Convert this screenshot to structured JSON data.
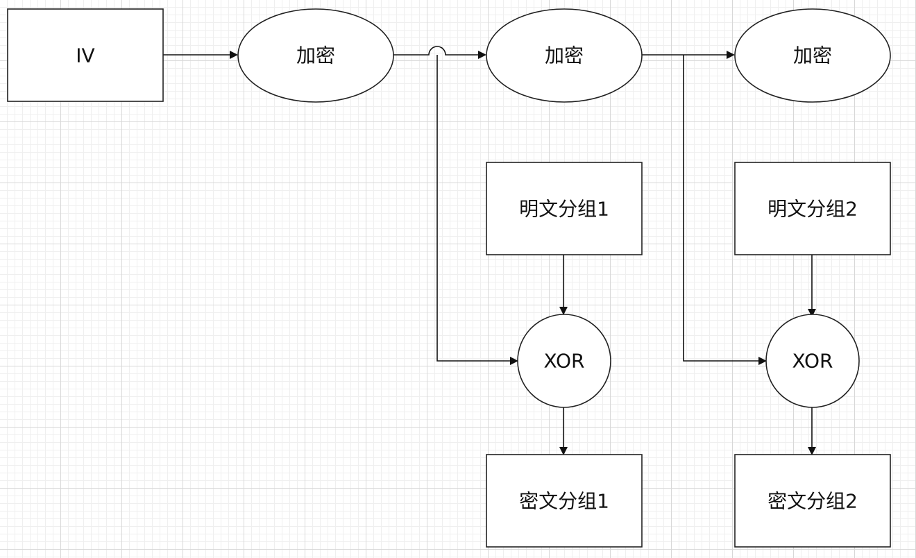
{
  "diagram": {
    "nodes": {
      "iv": {
        "label": "IV"
      },
      "encrypt1": {
        "label": "加密"
      },
      "encrypt2": {
        "label": "加密"
      },
      "encrypt3": {
        "label": "加密"
      },
      "plaintext1": {
        "label": "明文分组1"
      },
      "plaintext2": {
        "label": "明文分组2"
      },
      "xor1": {
        "label": "XOR"
      },
      "xor2": {
        "label": "XOR"
      },
      "ciphertext1": {
        "label": "密文分组1"
      },
      "ciphertext2": {
        "label": "密文分组2"
      }
    },
    "edges": [
      {
        "from": "iv",
        "to": "encrypt1"
      },
      {
        "from": "encrypt1",
        "to": "encrypt2"
      },
      {
        "from": "encrypt1",
        "to": "xor1"
      },
      {
        "from": "encrypt2",
        "to": "encrypt3"
      },
      {
        "from": "encrypt2",
        "to": "xor2"
      },
      {
        "from": "plaintext1",
        "to": "xor1"
      },
      {
        "from": "plaintext2",
        "to": "xor2"
      },
      {
        "from": "xor1",
        "to": "ciphertext1"
      },
      {
        "from": "xor2",
        "to": "ciphertext2"
      }
    ]
  }
}
